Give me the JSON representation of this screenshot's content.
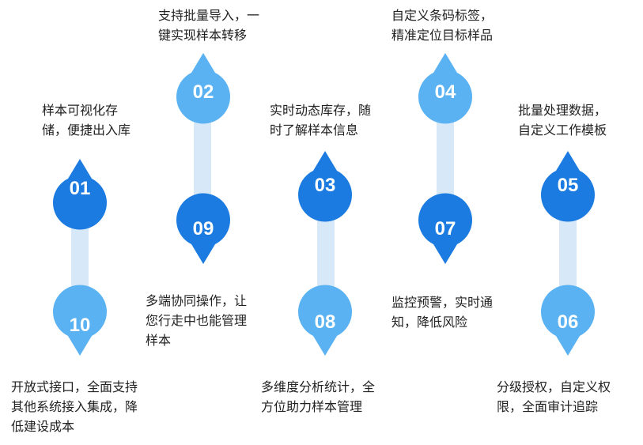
{
  "colors": {
    "dark": "#1b7be0",
    "light": "#5ab2f2",
    "connector": "#d7e9f8",
    "text": "#222222"
  },
  "nodes": [
    {
      "id": "01",
      "number": "01",
      "text": "样本可视化存\n储，便捷出入库",
      "style": "dark",
      "pointer": "up"
    },
    {
      "id": "02",
      "number": "02",
      "text": "支持批量导入，一\n键实现样本转移",
      "style": "light",
      "pointer": "up"
    },
    {
      "id": "03",
      "number": "03",
      "text": "实时动态库存，随\n时了解样本信息",
      "style": "dark",
      "pointer": "up"
    },
    {
      "id": "04",
      "number": "04",
      "text": "自定义条码标签，\n精准定位目标样品",
      "style": "light",
      "pointer": "up"
    },
    {
      "id": "05",
      "number": "05",
      "text": "批量处理数据，\n自定义工作模板",
      "style": "dark",
      "pointer": "up"
    },
    {
      "id": "06",
      "number": "06",
      "text": "分级授权，自定义权\n限，全面审计追踪",
      "style": "light",
      "pointer": "down"
    },
    {
      "id": "07",
      "number": "07",
      "text": "监控预警，实时通\n知，降低风险",
      "style": "dark",
      "pointer": "down"
    },
    {
      "id": "08",
      "number": "08",
      "text": "多维度分析统计，全\n方位助力样本管理",
      "style": "light",
      "pointer": "down"
    },
    {
      "id": "09",
      "number": "09",
      "text": "多端协同操作，让\n您行走中也能管理\n样本",
      "style": "dark",
      "pointer": "down"
    },
    {
      "id": "10",
      "number": "10",
      "text": "开放式接口，全面支持\n其他系统接入集成，降\n低建设成本",
      "style": "light",
      "pointer": "down"
    }
  ]
}
